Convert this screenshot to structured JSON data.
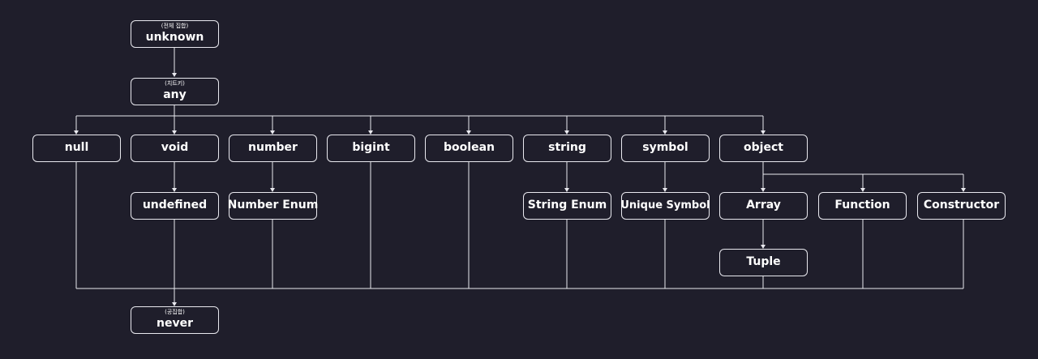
{
  "diagram": {
    "nodes": {
      "unknown": {
        "label": "unknown",
        "sub": "(전체 집합)"
      },
      "any": {
        "label": "any",
        "sub": "(치트키)"
      },
      "null": {
        "label": "null"
      },
      "void": {
        "label": "void"
      },
      "number": {
        "label": "number"
      },
      "bigint": {
        "label": "bigint"
      },
      "boolean": {
        "label": "boolean"
      },
      "string": {
        "label": "string"
      },
      "symbol": {
        "label": "symbol"
      },
      "object": {
        "label": "object"
      },
      "undefined": {
        "label": "undefined"
      },
      "number_enum": {
        "label": "Number Enum"
      },
      "string_enum": {
        "label": "String Enum"
      },
      "unique_symbol": {
        "label": "Unique Symbol"
      },
      "array": {
        "label": "Array"
      },
      "function": {
        "label": "Function"
      },
      "constructor": {
        "label": "Constructor"
      },
      "tuple": {
        "label": "Tuple"
      },
      "never": {
        "label": "never",
        "sub": "(공집합)"
      }
    },
    "colors": {
      "background": "#1f1e2b",
      "stroke": "#e9e9ef",
      "text": "#ffffff"
    }
  }
}
